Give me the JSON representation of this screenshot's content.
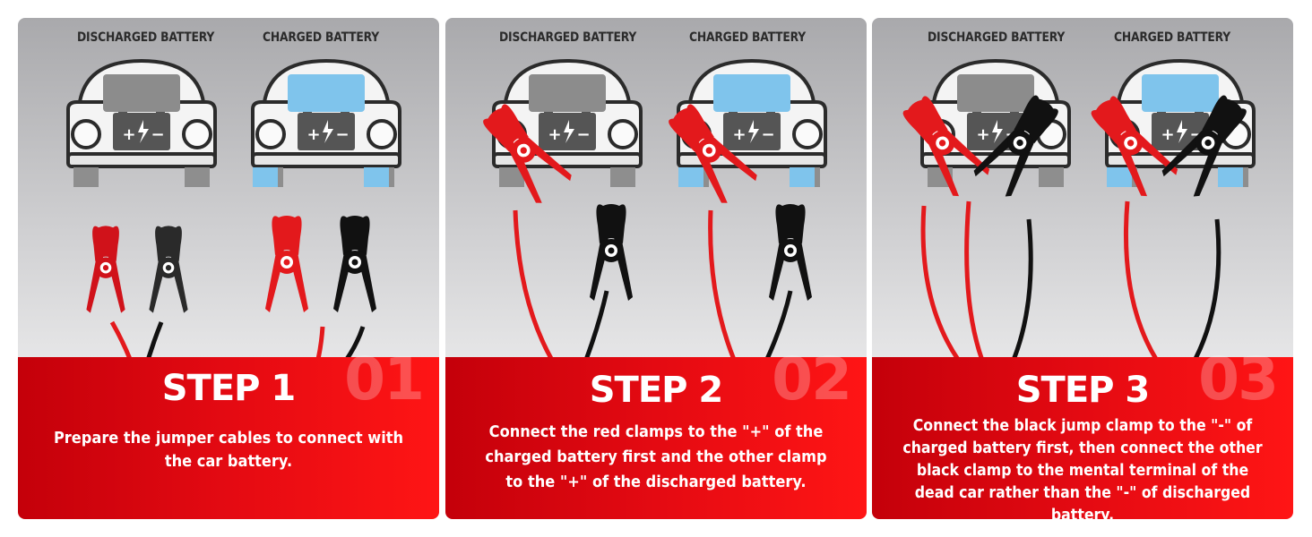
{
  "labels": {
    "discharged": "DISCHARGED BATTERY",
    "charged": "CHARGED BATTERY"
  },
  "colors": {
    "accent_red": "#e40a12",
    "cable_red": "#e3191c",
    "clamp_black": "#111111",
    "windshield_charged": "#7fc4ec",
    "windshield_discharged": "#8c8c8c"
  },
  "icons": [
    "car-icon",
    "battery-icon",
    "red-clamp-icon",
    "black-clamp-icon"
  ],
  "steps": [
    {
      "number": "01",
      "title": "STEP 1",
      "text": "Prepare the jumper cables to connect with the car battery."
    },
    {
      "number": "02",
      "title": "STEP 2",
      "text": "Connect the red clamps to the \"+\" of the charged battery first and the other clamp to the \"+\" of the discharged battery."
    },
    {
      "number": "03",
      "title": "STEP 3",
      "text": "Connect the black jump clamp to the \"-\" of charged battery first, then connect the other black clamp to the mental terminal of the dead car rather than the \"-\"  of discharged battery."
    }
  ]
}
